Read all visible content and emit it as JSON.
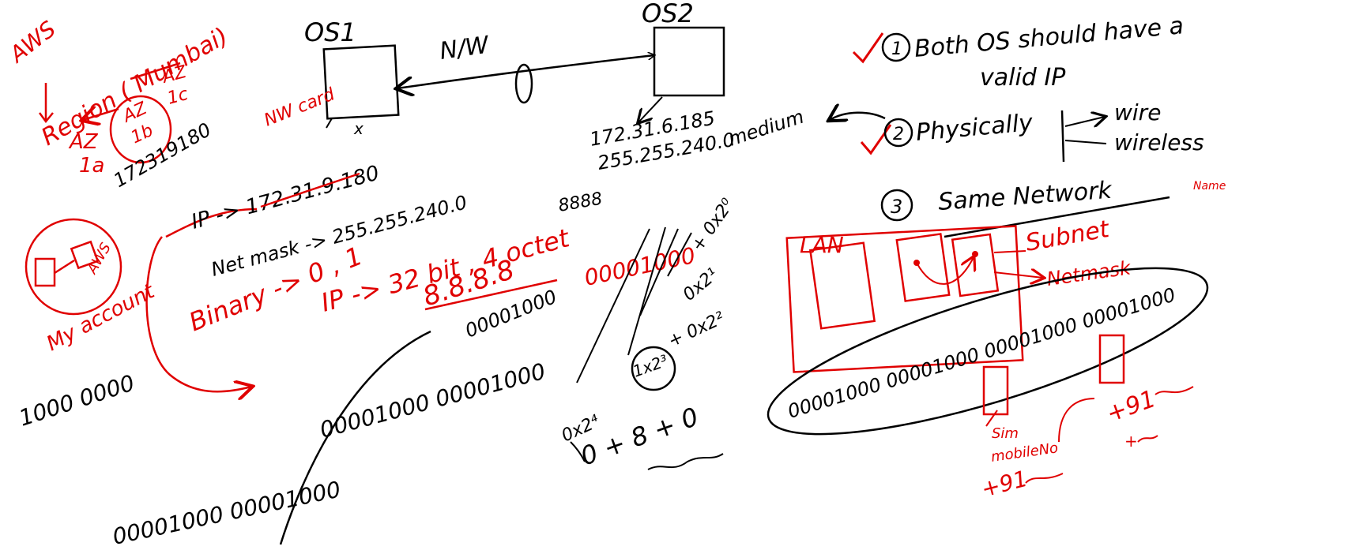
{
  "colors": {
    "ink": "#000000",
    "red": "#e00000",
    "background": "#ffffff"
  },
  "aws": {
    "title": "AWS",
    "region": "Region ( Mumbai)",
    "az_1a": [
      "AZ",
      "1a"
    ],
    "az_1b": [
      "AZ",
      "1b"
    ],
    "az_1c": [
      "AZ",
      "1c"
    ],
    "account": "My account",
    "aws_label": "AWS"
  },
  "os1": {
    "label": "OS1",
    "nw_card": "NW card",
    "ip_short": "172319180",
    "ip": "IP -> 172.31.9.180",
    "netmask": "Net mask -> 255.255.240.0"
  },
  "link": {
    "label": "N/W"
  },
  "os2": {
    "label": "OS2",
    "ip": "172.31.6.185",
    "netmask": "255.255.240.0",
    "medium": "medium"
  },
  "rules": {
    "r1": [
      "Both OS should have a",
      "valid IP"
    ],
    "r2_prefix": "Physically",
    "r2_options": [
      "wire",
      "wireless"
    ],
    "r3": "Same Network",
    "r3_note": "Name"
  },
  "binary": {
    "binary_label": "Binary -> 0 , 1",
    "ip_bits": "IP -> 32 bit , 4 octet",
    "octets": "8.8.8.8",
    "octet_sample": "8888",
    "first_octet": "00001000",
    "row1": "00001000",
    "row2": "00001000  00001000",
    "row3": "00001000   00001000",
    "left_number": "1000 0000",
    "pow_0": "+ 0x2⁰",
    "pow_1": "0x2¹",
    "pow_2": "+ 0x2²",
    "pow_3": "1x2³",
    "pow_4": "0x2⁴",
    "sum": "0 + 8 + 0"
  },
  "lan": {
    "lan": "LAN",
    "subnet": "Subnet",
    "netmask": "Netmask",
    "binary": "00001000 00001000 00001000 00001000",
    "sim": "Sim",
    "mobile": "mobileNo",
    "plus91_a": "+91",
    "plus91_b": "+91",
    "plus_short": "+"
  }
}
